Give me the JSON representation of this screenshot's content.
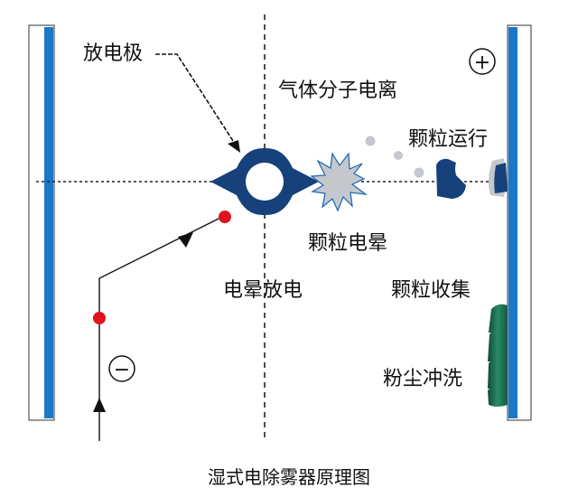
{
  "labels": {
    "electrode": "放电极",
    "gas_ionization": "气体分子电离",
    "particle_travel": "颗粒运行",
    "particle_charging": "颗粒电晕",
    "corona_discharge": "电晕放电",
    "particle_collection": "颗粒收集",
    "dust_washing": "粉尘冲洗"
  },
  "symbols": {
    "positive": "+",
    "negative": "−"
  },
  "caption": "湿式电除雾器原理图",
  "colors": {
    "plate_blue": "#1b78c8",
    "electrode_navy": "#16417a",
    "particle_gray": "#c4c8cc",
    "charge_red": "#e0141e",
    "collected_green": "#1f6e52"
  }
}
